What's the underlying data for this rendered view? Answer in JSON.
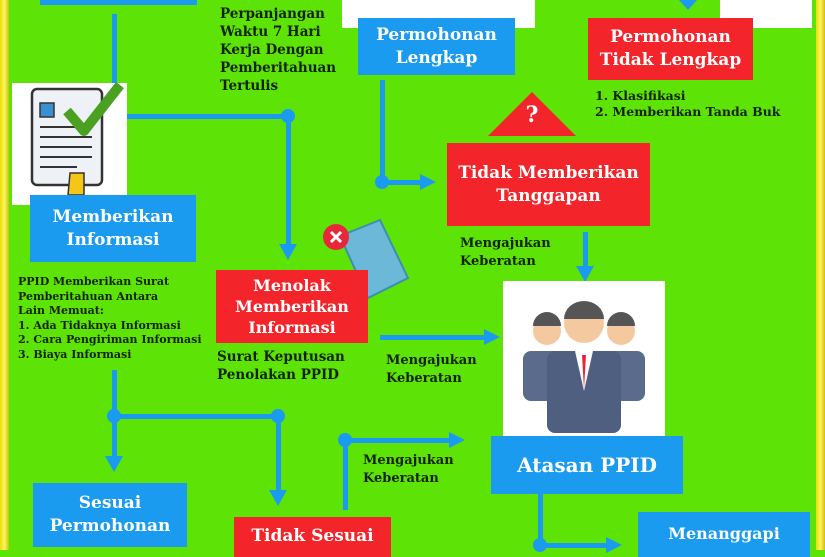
{
  "colors": {
    "background": "#5ee306",
    "blue_box": "#1a9bf0",
    "red_box": "#f3242a",
    "connector": "#1a9bf0"
  },
  "nodes": {
    "permohonan_lengkap": "Permohonan\nLengkap",
    "permohonan_tidak_lengkap": "Permohonan\nTidak Lengkap",
    "memberikan_informasi": "Memberikan\nInformasi",
    "tidak_memberikan_tanggapan": "Tidak Memberikan\nTanggapan",
    "menolak_memberikan_informasi": "Menolak\nMemberikan\nInformasi",
    "atasan_ppid": "Atasan PPID",
    "sesuai_permohonan": "Sesuai\nPermohonan",
    "tidak_sesuai": "Tidak Sesuai",
    "menanggapi": "Menanggapi"
  },
  "annotations": {
    "perpanjangan": "Perpanjangan\nWaktu 7 Hari\nKerja Dengan\nPemberitahuan\nTertulis",
    "tidak_lengkap_list": "1. Klasifikasi\n2. Memberikan Tanda Buk",
    "ppid_surat": "PPID Memberikan Surat\nPemberitahuan Antara\nLain Memuat:\n1. Ada Tidaknya Informasi\n2. Cara Pengiriman Informasi\n3. Biaya Informasi",
    "surat_keputusan": "Surat Keputusan\nPenolakan PPID",
    "keberatan_1": "Mengajukan\nKeberatan",
    "keberatan_2": "Mengajukan\nKeberatan",
    "keberatan_3": "Mengajukan\nKeberatan"
  },
  "icons": {
    "question": "?",
    "reject": "×"
  }
}
